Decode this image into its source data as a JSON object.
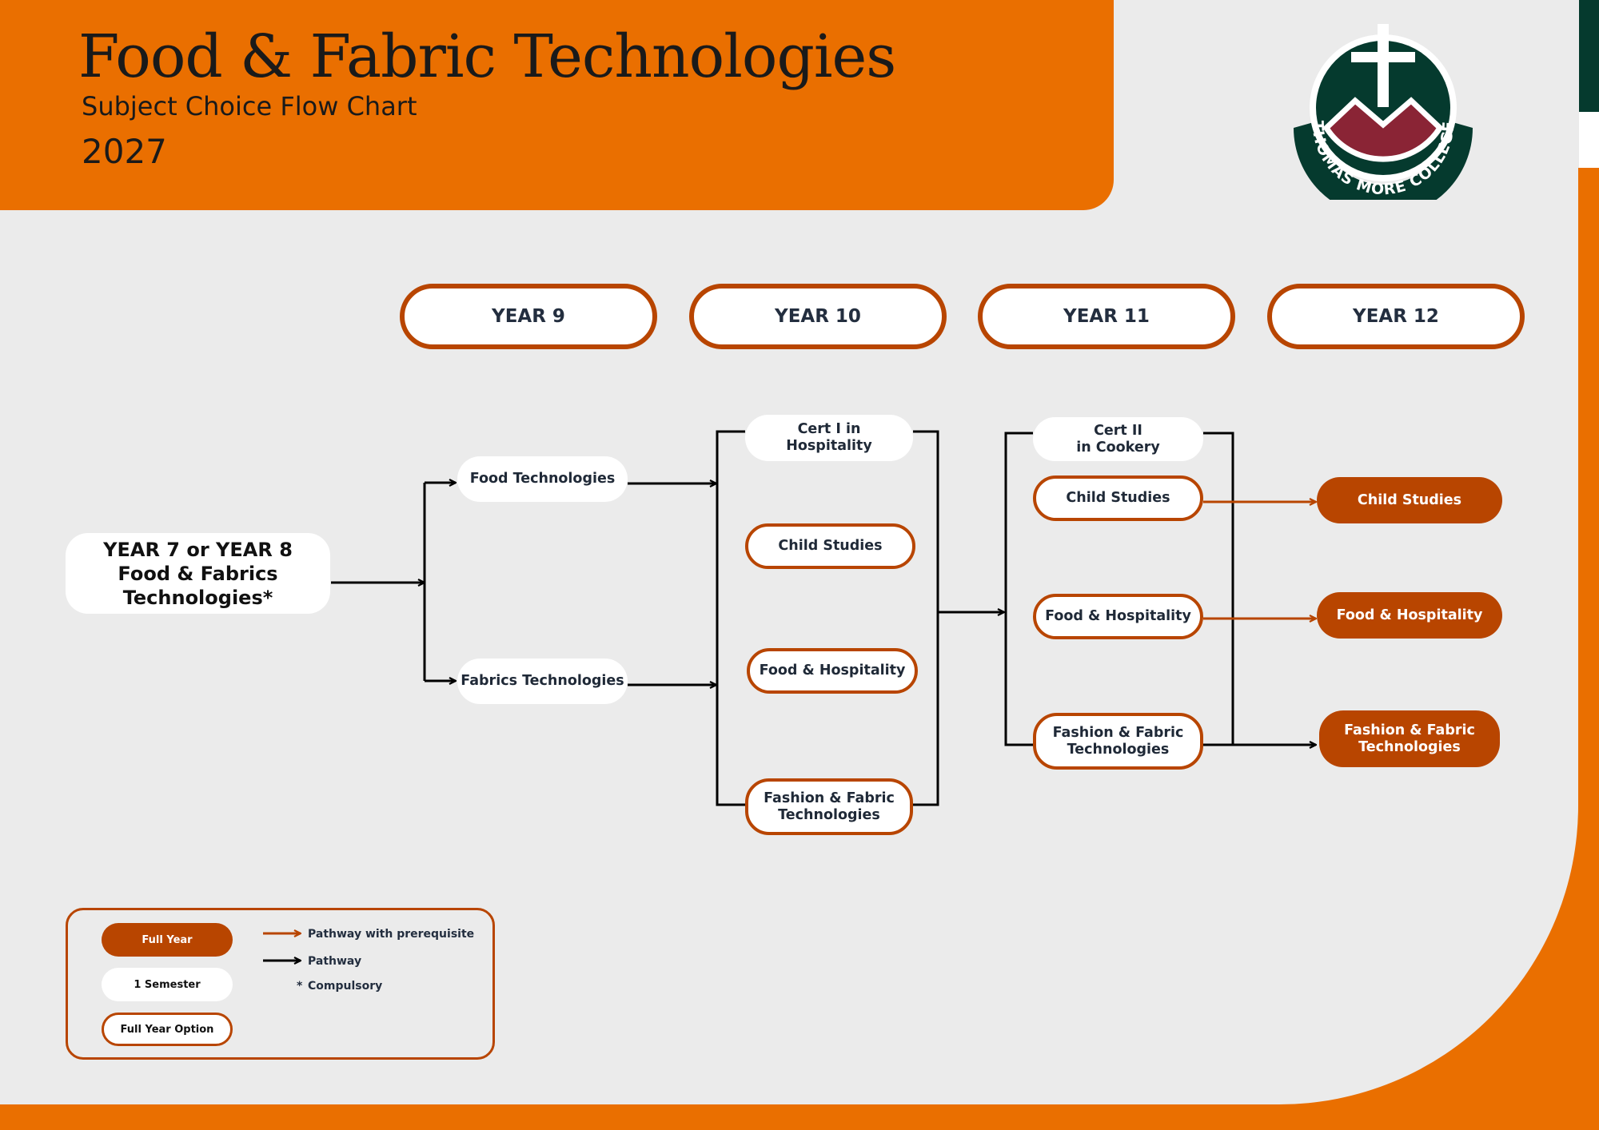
{
  "header": {
    "title": "Food & Fabric Technologies",
    "subtitle": "Subject Choice Flow Chart",
    "year": "2027"
  },
  "logo": {
    "text": "THOMAS MORE COLLEGE",
    "icon": "cross-mountain-crest-icon"
  },
  "year_headers": [
    "YEAR 9",
    "YEAR 10",
    "YEAR 11",
    "YEAR 12"
  ],
  "flow": {
    "start": "YEAR 7 or YEAR 8\nFood & Fabrics\nTechnologies*",
    "year9": [
      "Food Technologies",
      "Fabrics Technologies"
    ],
    "year10": [
      "Cert I in\nHospitality",
      "Child Studies",
      "Food & Hospitality",
      "Fashion & Fabric\nTechnologies"
    ],
    "year11": [
      "Cert II\nin Cookery",
      "Child Studies",
      "Food & Hospitality",
      "Fashion & Fabric\nTechnologies"
    ],
    "year12": [
      "Child Studies",
      "Food & Hospitality",
      "Fashion & Fabric\nTechnologies"
    ]
  },
  "legend": {
    "full_year": "Full Year",
    "semester": "1 Semester",
    "full_year_option": "Full Year Option",
    "pathway_prereq": "Pathway with prerequisite",
    "pathway": "Pathway",
    "compulsory_mark": "*",
    "compulsory": "Compulsory"
  },
  "colors": {
    "orange": "#ea6f00",
    "rust": "#b84500",
    "green": "#053a2e",
    "maroon": "#8a2435",
    "background": "#ebebeb"
  }
}
